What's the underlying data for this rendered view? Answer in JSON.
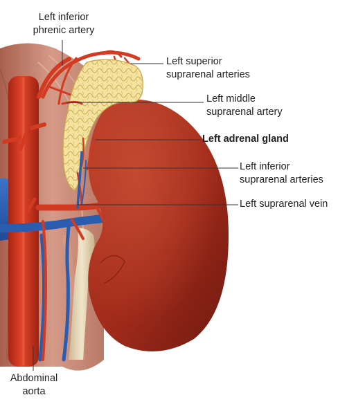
{
  "figure": {
    "labels": {
      "phrenic": [
        "Left inferior",
        "phrenic artery"
      ],
      "sup_arteries": [
        "Left superior",
        "suprarenal arteries"
      ],
      "mid_artery": [
        "Left middle",
        "suprarenal artery"
      ],
      "gland": [
        "Left adrenal gland"
      ],
      "inf_arteries": [
        "Left inferior",
        "suprarenal arteries"
      ],
      "vein": [
        "Left suprarenal vein"
      ],
      "aorta": [
        "Abdominal",
        "aorta"
      ]
    },
    "colors": {
      "kidney": "#a8291a",
      "artery": "#d23a22",
      "vein": "#2a5db0",
      "gland": "#f2e29a",
      "muscle": "#c98a78",
      "ureter": "#e9dcc0",
      "leader": "#333333"
    }
  }
}
